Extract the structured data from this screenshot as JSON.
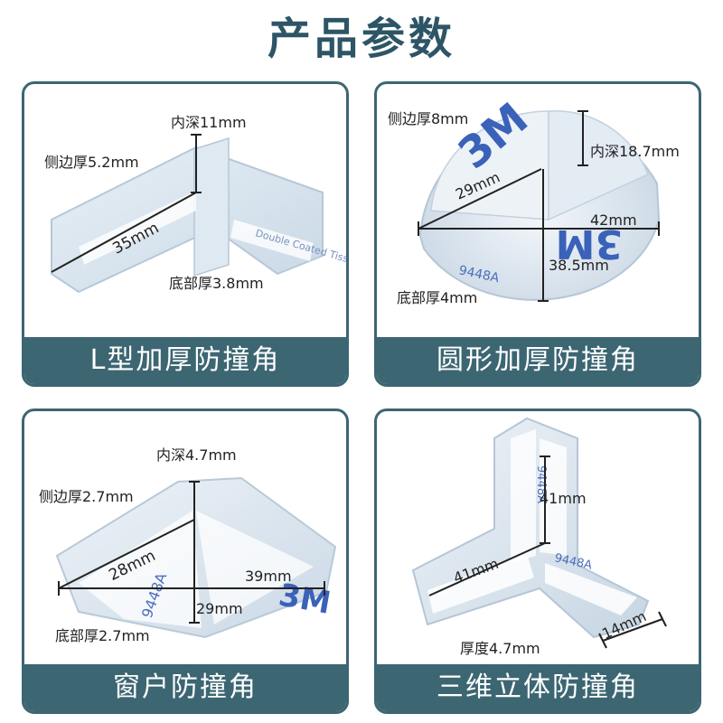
{
  "page": {
    "title": "产品参数"
  },
  "products": [
    {
      "name": "L型加厚防撞角",
      "labels": {
        "inner_depth": "内深11mm",
        "side_thickness": "侧边厚5.2mm",
        "length": "35mm",
        "bottom_thickness": "底部厚3.8mm"
      }
    },
    {
      "name": "圆形加厚防撞角",
      "labels": {
        "side_thickness": "侧边厚8mm",
        "inner_depth": "内深18.7mm",
        "diagonal": "29mm",
        "width": "42mm",
        "height": "38.5mm",
        "bottom_thickness": "底部厚4mm"
      }
    },
    {
      "name": "窗户防撞角",
      "labels": {
        "inner_depth": "内深4.7mm",
        "side_thickness": "侧边厚2.7mm",
        "diagonal": "28mm",
        "width": "39mm",
        "half": "29mm",
        "bottom_thickness": "底部厚2.7mm"
      }
    },
    {
      "name": "三维立体防撞角",
      "labels": {
        "height": "41mm",
        "length": "41mm",
        "thickness": "厚度4.7mm",
        "width": "14mm"
      }
    }
  ],
  "tape_text": {
    "brand": "3M",
    "code": "9448A",
    "double_coated": "Double Coated Tissue Tape"
  },
  "colors": {
    "accent": "#3c6672",
    "title": "#2d5566"
  }
}
